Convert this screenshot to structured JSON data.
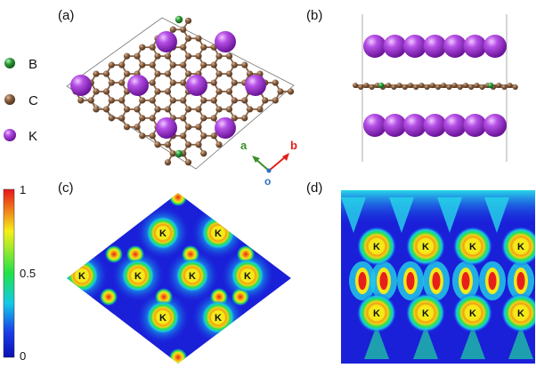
{
  "panels": {
    "a": "(a)",
    "b": "(b)",
    "c": "(c)",
    "d": "(d)"
  },
  "legend": [
    {
      "symbol": "B",
      "color": "#2e9b3a"
    },
    {
      "symbol": "C",
      "color": "#8a6142"
    },
    {
      "symbol": "K",
      "color": "#a83ad6"
    }
  ],
  "axes": {
    "a": "a",
    "b": "b",
    "o": "o",
    "a_color": "#3b8f2a",
    "b_color": "#e0201b",
    "o_color": "#2b6fc7"
  },
  "colorbar": {
    "ticks": [
      "1",
      "0.5",
      "0"
    ],
    "colors": [
      "#e8141b",
      "#f7ee18",
      "#21e24a",
      "#14c8e8",
      "#1a3de8",
      "#0b0fb3"
    ]
  },
  "k_label": "K",
  "colors": {
    "K": "#a83ad6",
    "C": "#8a6142",
    "B": "#2e9b3a",
    "map_low": "#1a20d8"
  }
}
